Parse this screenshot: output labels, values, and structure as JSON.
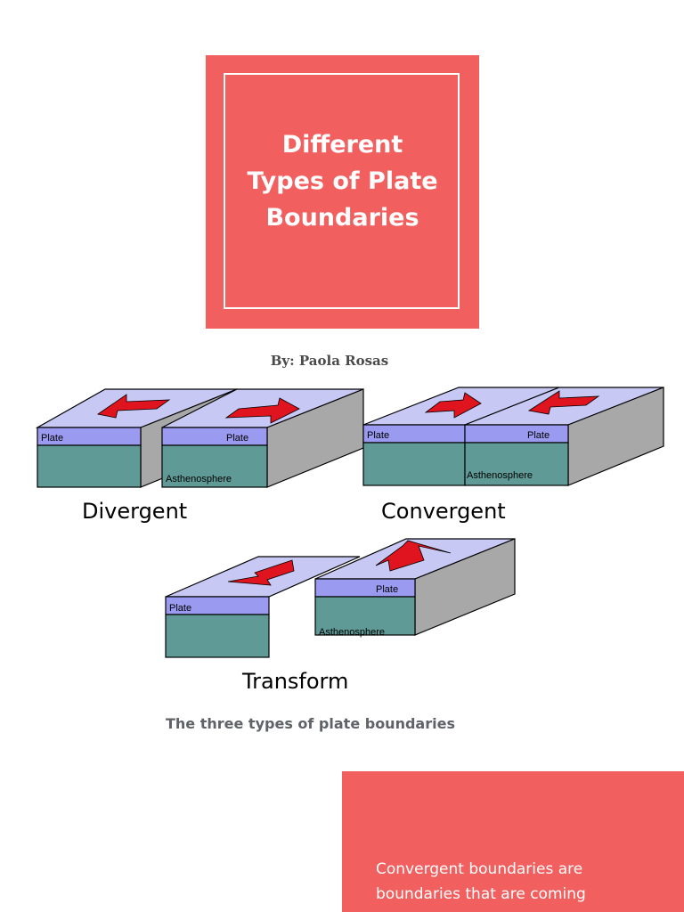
{
  "cover": {
    "title": "Different Types of Plate Boundaries",
    "color": "#f25f5f"
  },
  "author": "By: Paola Rosas",
  "diagram": {
    "colors": {
      "plate_top": "#c8c8f5",
      "plate_front": "#9a9af0",
      "asthenosphere": "#5f9a96",
      "side": "#a8a8a8",
      "arrow": "#e0141e"
    },
    "labels": {
      "plate": "Plate",
      "asthenosphere": "Asthenosphere"
    },
    "types": {
      "divergent": "Divergent",
      "convergent": "Convergent",
      "transform": "Transform"
    }
  },
  "caption": "The three types of plate boundaries",
  "info": {
    "text": "Convergent boundaries are boundaries that are coming together..."
  }
}
